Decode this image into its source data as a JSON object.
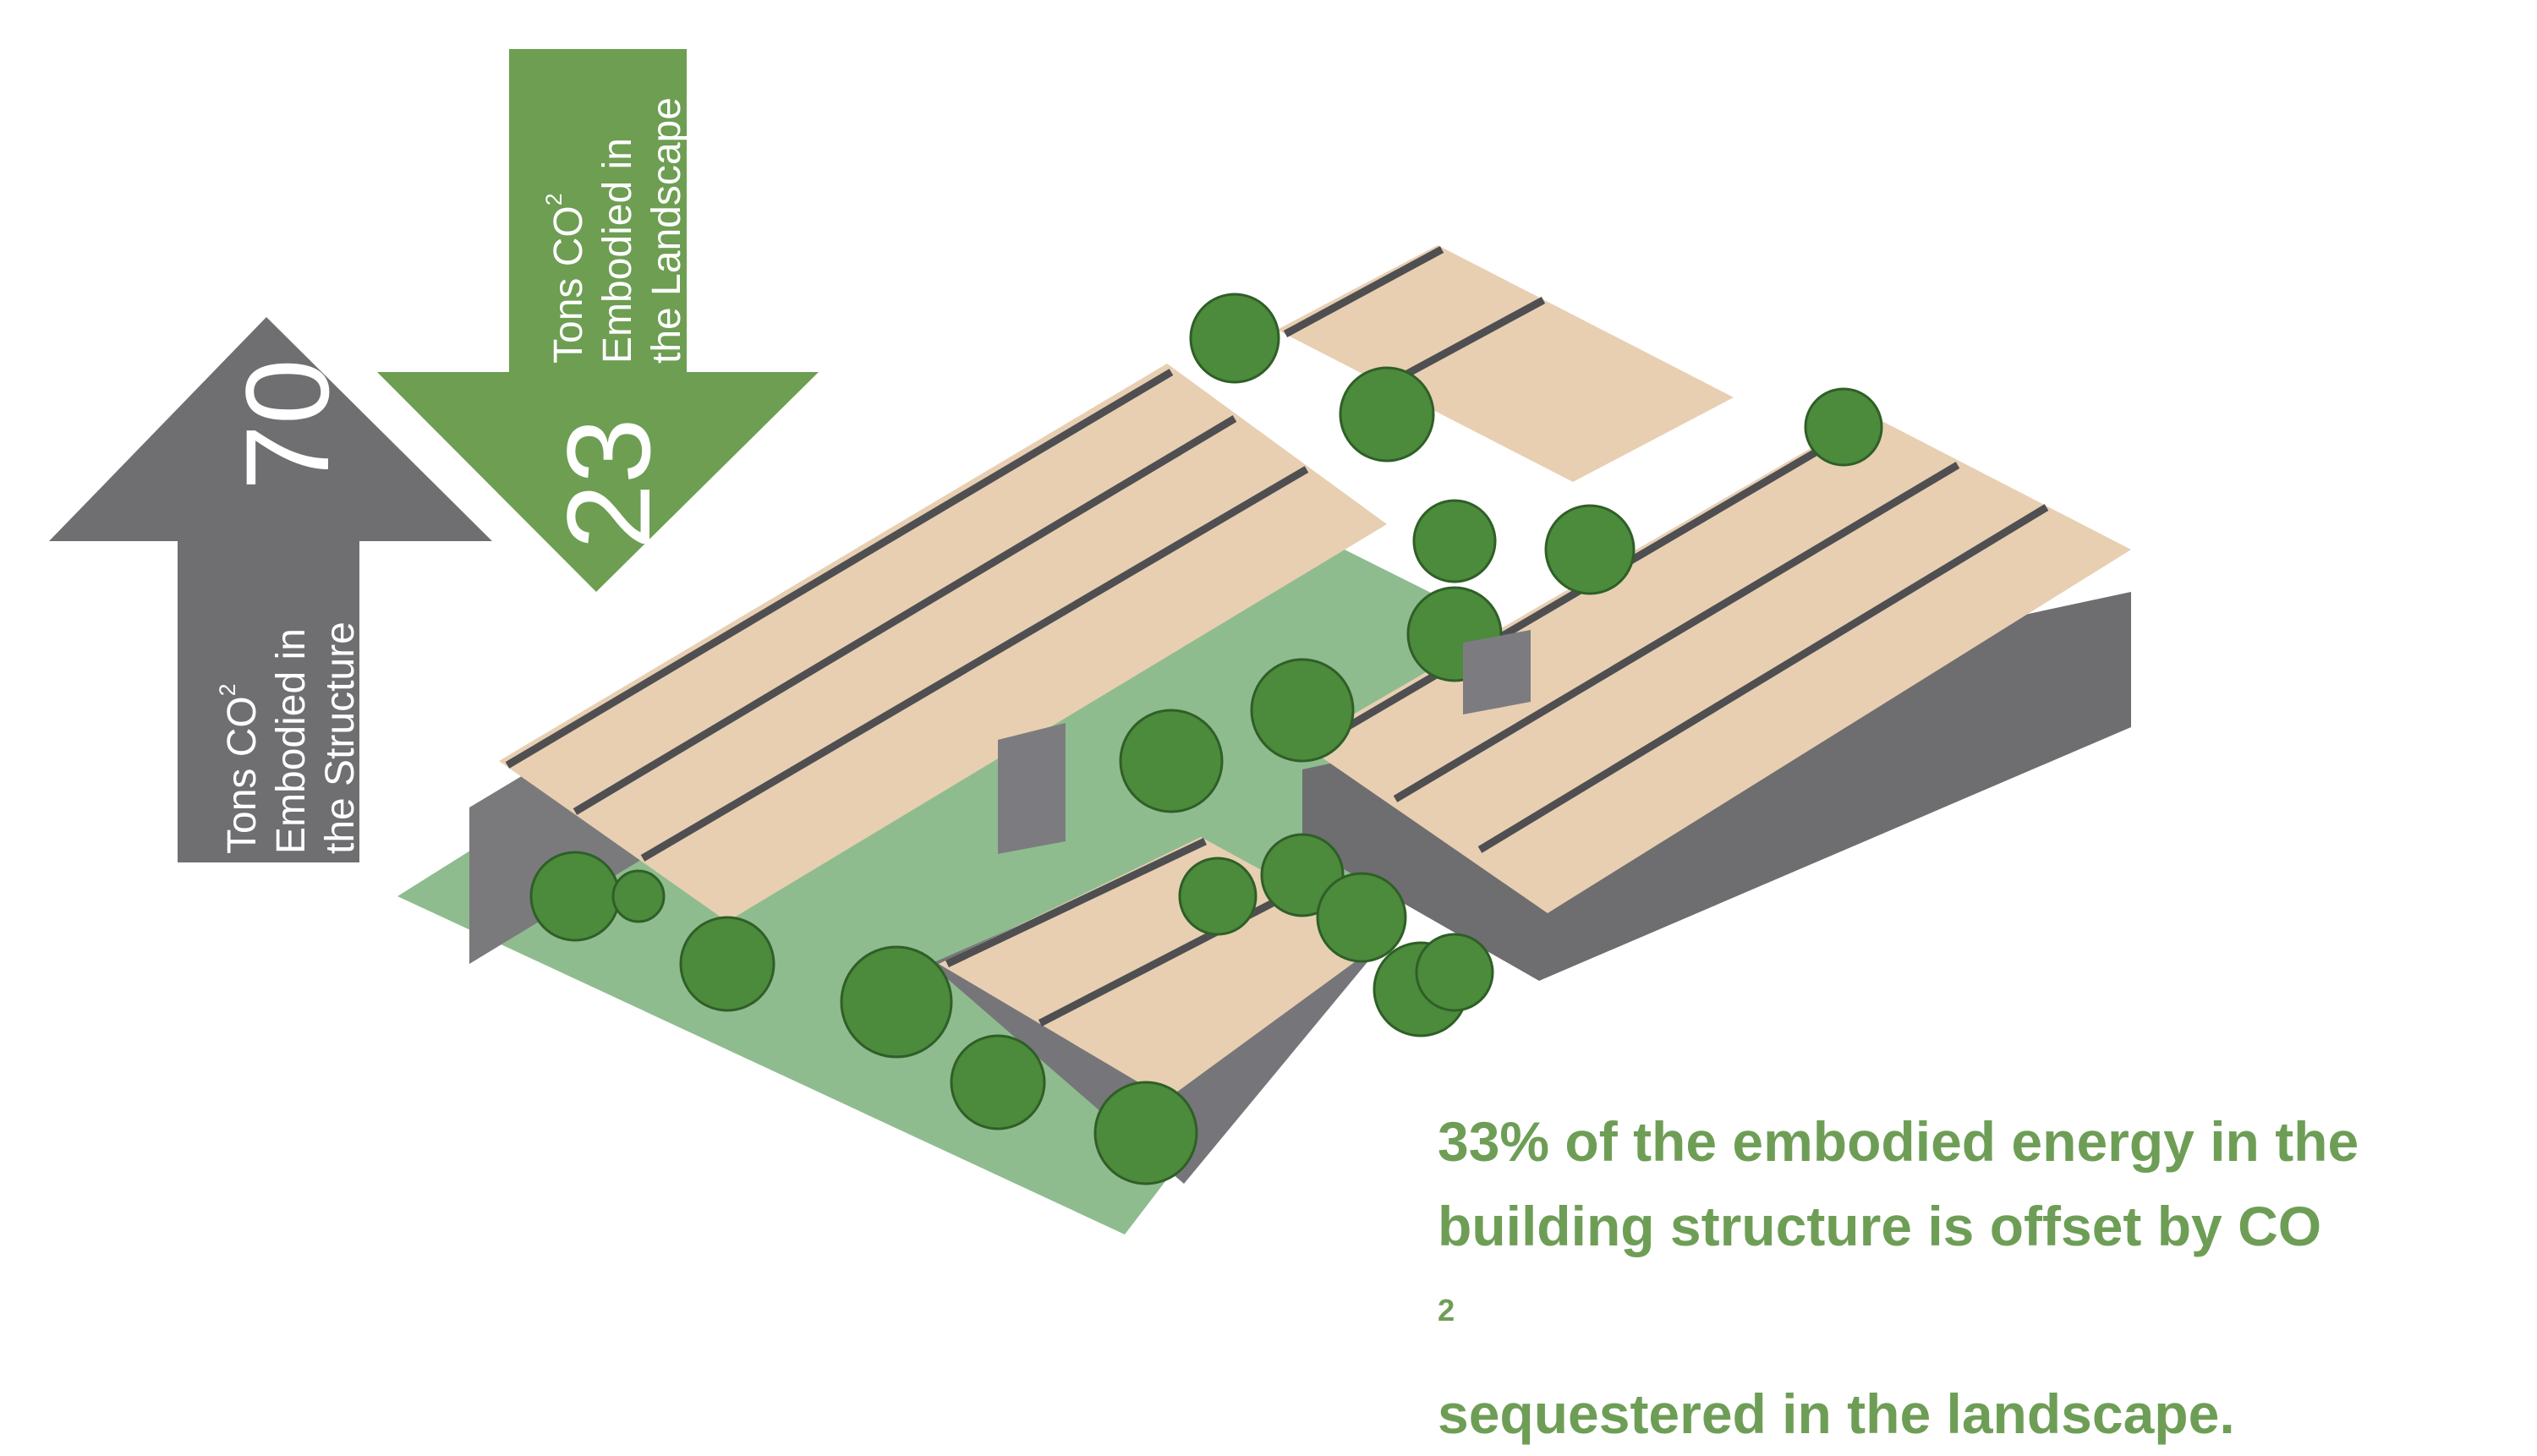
{
  "structure_arrow": {
    "value": "70",
    "line1": "Tons CO",
    "sup": "2",
    "line2": "Embodied in",
    "line3": "the Structure",
    "color": "#6f6f72"
  },
  "landscape_arrow": {
    "value": "23",
    "line1": "Tons CO",
    "sup": "2",
    "line2": "Embodied in",
    "line3": "the Landscape",
    "color": "#6d9e52"
  },
  "caption": {
    "line1": "33% of the embodied energy in the",
    "line2": "building structure is offset by CO",
    "line2_sup": "2",
    "line3": "sequestered in the landscape.",
    "color": "#6e9e56"
  },
  "illustration": {
    "ground_color": "#8fbc8f",
    "roof_color": "#e8cfb2",
    "beam_color": "#4f4f52",
    "wall_color": "#7a7a7d",
    "tree_color": "#4c8a3c"
  }
}
